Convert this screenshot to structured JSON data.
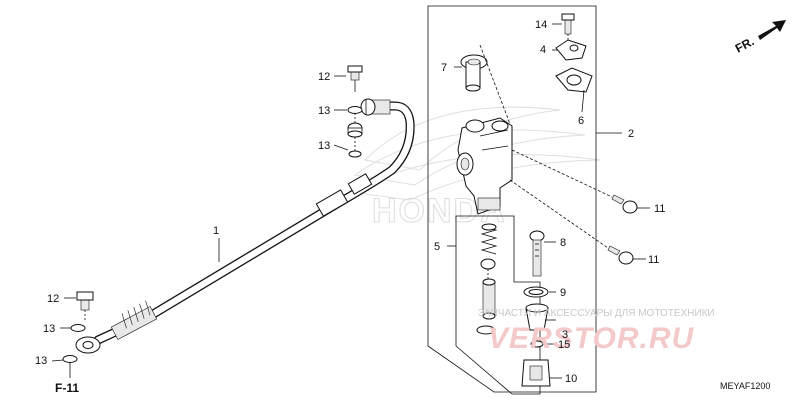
{
  "labels": {
    "p1": "1",
    "p2": "2",
    "p3": "3",
    "p4": "4",
    "p5": "5",
    "p6": "6",
    "p7": "7",
    "p8": "8",
    "p9": "9",
    "p10": "10",
    "p11a": "11",
    "p11b": "11",
    "p12a": "12",
    "p12b": "12",
    "p13a": "13",
    "p13b": "13",
    "p13c": "13",
    "p13d": "13",
    "p14": "14",
    "p15": "15"
  },
  "ref_code": "F-11",
  "front_label": "FR.",
  "diagram_code": "MEYAF1200",
  "watermark": {
    "line": "ЗАПЧАСТИ И АКСЕССУАРЫ ДЛЯ МОТОТЕХНИКИ",
    "brand": "VERSTOR.RU",
    "ghost": "HONDA"
  }
}
